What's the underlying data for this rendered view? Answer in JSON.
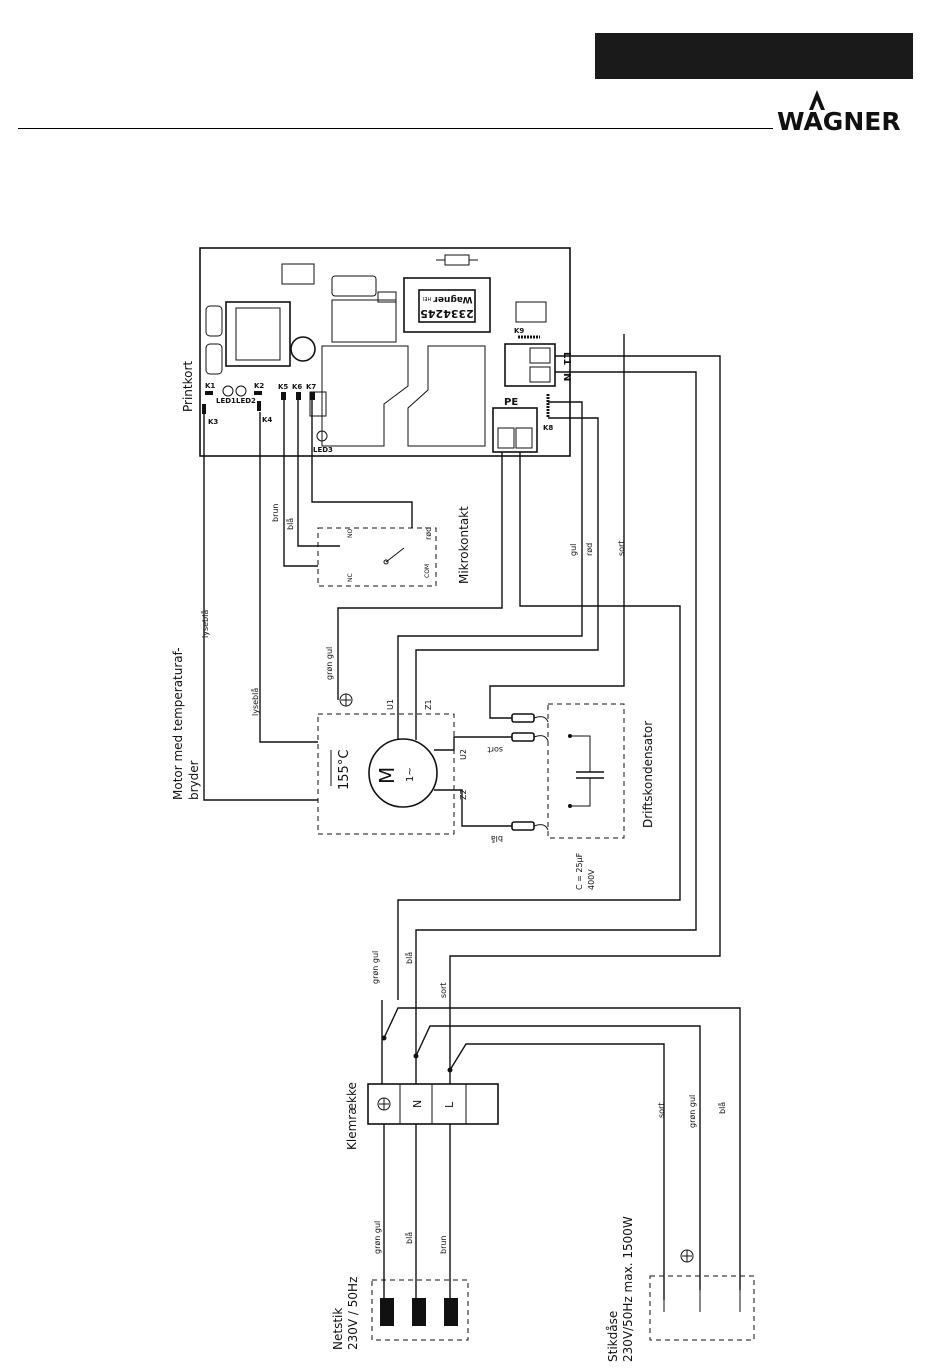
{
  "header": {
    "brand": "WAGNER"
  },
  "pcb": {
    "title": "Printkort",
    "part_number": "2334245",
    "chip_brand": "Wagner",
    "chip_small": "HEI",
    "connectors": [
      "K1",
      "K2",
      "K3",
      "K4",
      "K5",
      "K6",
      "K7",
      "K8",
      "K9"
    ],
    "leds": [
      "LED1",
      "LED2",
      "LED3"
    ],
    "terminals": {
      "pe": "PE",
      "l1": "L1",
      "n": "N"
    }
  },
  "microswitch": {
    "title": "Mikrokontakt",
    "no": "NO",
    "nc": "NC",
    "com": "COM"
  },
  "motor": {
    "title_line1": "Motor med temperaturaf-",
    "title_line2": "bryder",
    "symbol": "M",
    "symbol_sub": "1~",
    "thermal": "155°C",
    "terminals": {
      "u1": "U1",
      "z1": "Z1",
      "u2": "U2",
      "z2": "Z2"
    }
  },
  "capacitor": {
    "title": "Driftskondensator",
    "value_line1": "C  = 25µF",
    "value_line2": "400V"
  },
  "terminal_block": {
    "title": "Klemrække",
    "n": "N",
    "l": "L"
  },
  "mains_plug": {
    "title": "Netstik",
    "rating": "230V / 50Hz"
  },
  "socket": {
    "title": "Stikdåse",
    "rating": "230V/50Hz max. 1500W"
  },
  "wires": {
    "brun": "brun",
    "blaa": "blå",
    "roed": "rød",
    "gul": "gul",
    "sort": "sort",
    "lyseblaa": "lyseblå",
    "groen_gul": "grøn gul"
  }
}
